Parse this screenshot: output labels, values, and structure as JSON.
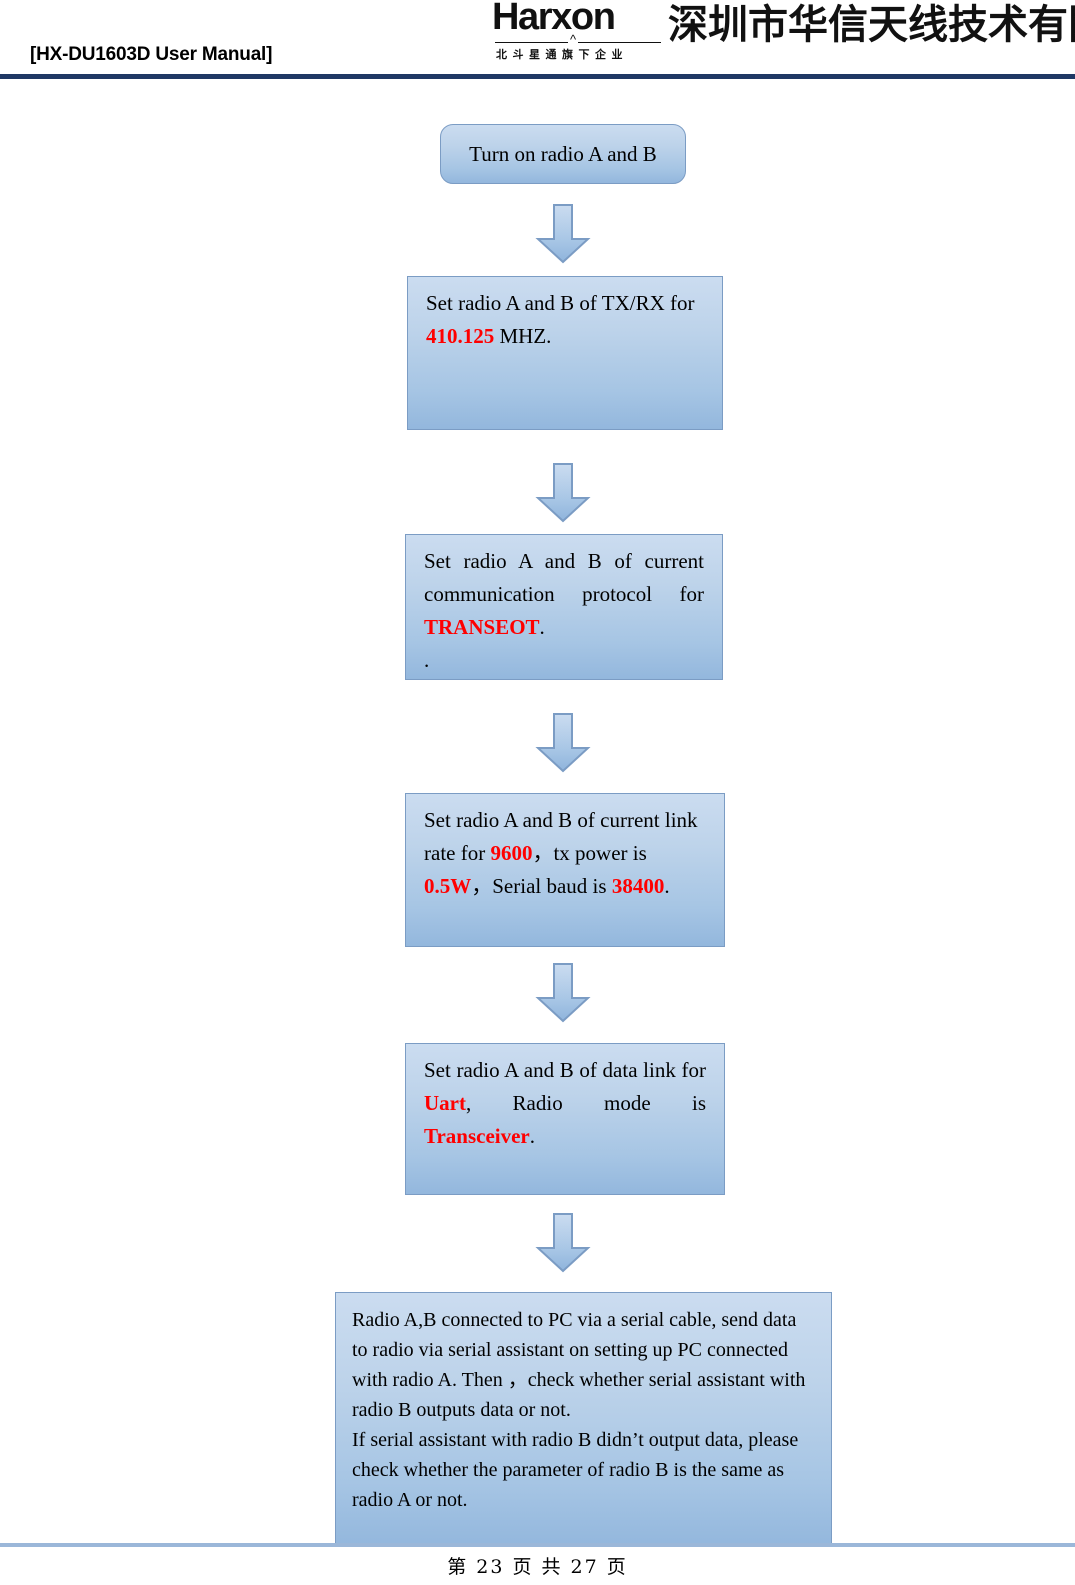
{
  "header": {
    "manual_title": "[HX-DU1603D User Manual]",
    "logo_word": "Harxon",
    "logo_subtitle": "北斗星通旗下企业",
    "company_name_cn": "深圳市华信天线技术有限公司",
    "rule_color": "#1F3864"
  },
  "flow": {
    "accent_color": "#FF0000",
    "node_fill_top": "#CBDCF0",
    "node_fill_bottom": "#93B7DD",
    "node_border": "#7B9CC4",
    "nodes": [
      {
        "id": "turn-on-radio",
        "shape": "rounded",
        "lines": [
          [
            {
              "t": "Turn on radio A and B",
              "hl": false
            }
          ]
        ]
      },
      {
        "id": "set-tx-rx-frequency",
        "shape": "rect",
        "lines": [
          [
            {
              "t": "Set radio A and B of TX/RX for ",
              "hl": false
            },
            {
              "t": "410.125",
              "hl": true
            },
            {
              "t": " MHZ.",
              "hl": false
            }
          ]
        ]
      },
      {
        "id": "set-communication-protocol",
        "shape": "rect-justify",
        "lines": [
          [
            {
              "t": "Set radio A and B of current communication protocol for ",
              "hl": false
            },
            {
              "t": "TRANSEOT",
              "hl": true
            },
            {
              "t": ".",
              "hl": false
            }
          ],
          [
            {
              "t": ".",
              "hl": false
            }
          ]
        ]
      },
      {
        "id": "set-link-rate-power-baud",
        "shape": "rect",
        "lines": [
          [
            {
              "t": "Set radio A and B of current link rate for ",
              "hl": false
            },
            {
              "t": "9600",
              "hl": true
            },
            {
              "t": "，tx power is ",
              "hl": false
            },
            {
              "t": "0.5W",
              "hl": true
            },
            {
              "t": "，Serial baud is ",
              "hl": false
            },
            {
              "t": "38400",
              "hl": true
            },
            {
              "t": ".",
              "hl": false
            }
          ]
        ]
      },
      {
        "id": "set-data-link-radio-mode",
        "shape": "rect-justify",
        "lines": [
          [
            {
              "t": "Set radio A and B of data link for ",
              "hl": false
            },
            {
              "t": "Uart",
              "hl": true
            },
            {
              "t": ", Radio mode is ",
              "hl": false
            },
            {
              "t": "Transceiver",
              "hl": true
            },
            {
              "t": ".",
              "hl": false
            }
          ]
        ]
      },
      {
        "id": "verify-serial-output",
        "shape": "rect",
        "lines": [
          [
            {
              "t": "Radio A,B connected to PC via a serial cable, send data to radio via serial assistant on setting up PC connected with radio A. Then  ，check whether serial assistant with radio B outputs data or not.",
              "hl": false
            }
          ],
          [
            {
              "t": "If serial assistant with radio B didn’t output data, please check whether the parameter of radio B is the same as radio A or not.",
              "hl": false
            }
          ]
        ]
      }
    ],
    "arrow_count": 5
  },
  "footer": {
    "page_label": "第 23 页 共 27 页",
    "rule_color": "#9BB7D9"
  }
}
